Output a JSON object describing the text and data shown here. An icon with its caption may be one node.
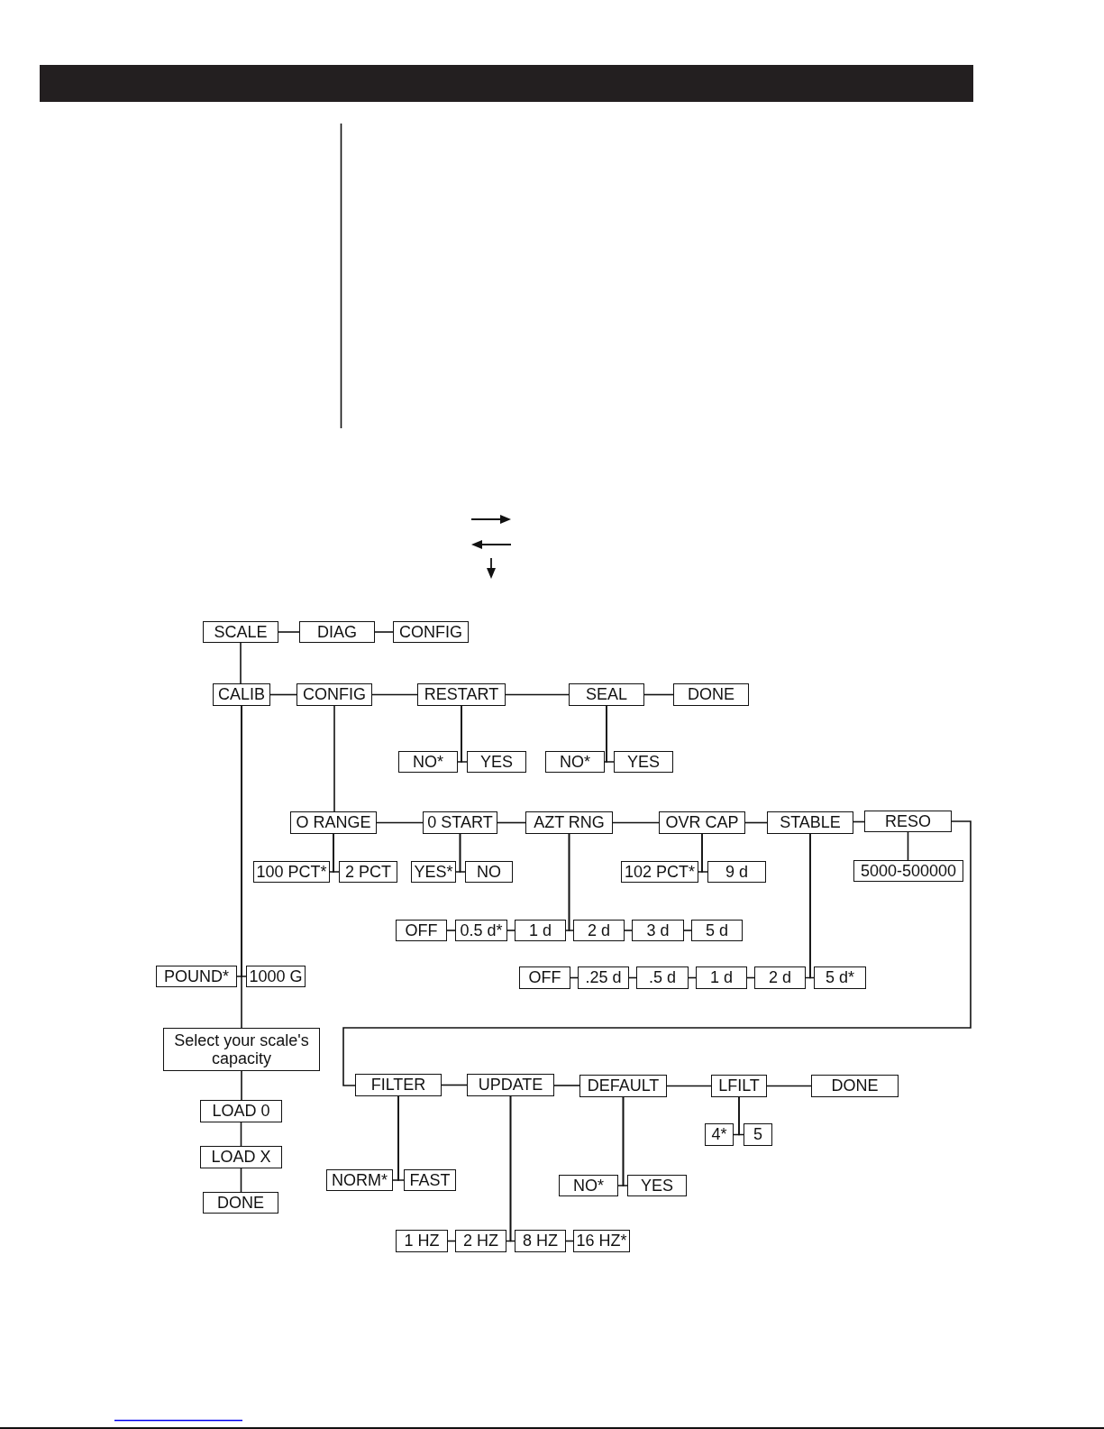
{
  "diagram": {
    "nodes": [
      {
        "text": [
          "SCALE"
        ]
      },
      {
        "text": [
          "DIAG"
        ]
      },
      {
        "text": [
          "CONFIG"
        ]
      },
      {
        "text": [
          "CALIB"
        ]
      },
      {
        "text": [
          "CONFIG"
        ]
      },
      {
        "text": [
          "RESTART"
        ]
      },
      {
        "text": [
          "SEAL"
        ]
      },
      {
        "text": [
          "DONE"
        ]
      },
      {
        "text": [
          "NO*"
        ]
      },
      {
        "text": [
          "YES"
        ]
      },
      {
        "text": [
          "NO*"
        ]
      },
      {
        "text": [
          "YES"
        ]
      },
      {
        "text": [
          "O RANGE"
        ]
      },
      {
        "text": [
          "0 START"
        ]
      },
      {
        "text": [
          "AZT RNG"
        ]
      },
      {
        "text": [
          "OVR CAP"
        ]
      },
      {
        "text": [
          "STABLE"
        ]
      },
      {
        "text": [
          "RESO"
        ]
      },
      {
        "text": [
          "100 PCT*"
        ]
      },
      {
        "text": [
          "2 PCT"
        ]
      },
      {
        "text": [
          "YES*"
        ]
      },
      {
        "text": [
          "NO"
        ]
      },
      {
        "text": [
          "102 PCT*"
        ]
      },
      {
        "text": [
          "9 d"
        ]
      },
      {
        "text": [
          "5000-500000"
        ]
      },
      {
        "text": [
          "OFF"
        ]
      },
      {
        "text": [
          "0.5 d*"
        ]
      },
      {
        "text": [
          "1 d"
        ]
      },
      {
        "text": [
          "2 d"
        ]
      },
      {
        "text": [
          "3 d"
        ]
      },
      {
        "text": [
          "5 d"
        ]
      },
      {
        "text": [
          "POUND*"
        ]
      },
      {
        "text": [
          "1000 G"
        ]
      },
      {
        "text": [
          "OFF"
        ]
      },
      {
        "text": [
          ".25 d"
        ]
      },
      {
        "text": [
          ".5 d"
        ]
      },
      {
        "text": [
          "1 d"
        ]
      },
      {
        "text": [
          "2 d"
        ]
      },
      {
        "text": [
          "5 d*"
        ]
      },
      {
        "text": [
          "Select your scale's capacity"
        ]
      },
      {
        "text": [
          "FILTER"
        ]
      },
      {
        "text": [
          "UPDATE"
        ]
      },
      {
        "text": [
          "DEFAULT"
        ]
      },
      {
        "text": [
          "LFILT"
        ]
      },
      {
        "text": [
          "DONE"
        ]
      },
      {
        "text": [
          "LOAD 0"
        ]
      },
      {
        "text": [
          "4*"
        ]
      },
      {
        "text": [
          "5"
        ]
      },
      {
        "text": [
          "LOAD X"
        ]
      },
      {
        "text": [
          "NORM*"
        ]
      },
      {
        "text": [
          "FAST"
        ]
      },
      {
        "text": [
          "NO*"
        ]
      },
      {
        "text": [
          "YES"
        ]
      },
      {
        "text": [
          "DONE"
        ]
      },
      {
        "text": [
          "1 HZ"
        ]
      },
      {
        "text": [
          "2 HZ"
        ]
      },
      {
        "text": [
          "8 HZ"
        ]
      },
      {
        "text": [
          "16 HZ*"
        ]
      }
    ],
    "edges": [
      {
        "from": 0,
        "to": 1,
        "arrow": "none"
      },
      {
        "from": 1,
        "to": 2,
        "arrow": "none"
      },
      {
        "from": 0,
        "to": 3,
        "arrow": "none"
      },
      {
        "from": 3,
        "to": 4,
        "arrow": "none"
      },
      {
        "from": 4,
        "to": 5,
        "arrow": "none"
      },
      {
        "from": 5,
        "to": 6,
        "arrow": "none"
      },
      {
        "from": 6,
        "to": 7,
        "arrow": "none"
      },
      {
        "from": 5,
        "to": 8,
        "arrow": "none"
      },
      {
        "from": 5,
        "to": 9,
        "arrow": "none"
      },
      {
        "from": 6,
        "to": 10,
        "arrow": "none"
      },
      {
        "from": 6,
        "to": 11,
        "arrow": "none"
      },
      {
        "from": 4,
        "to": 12,
        "arrow": "none"
      },
      {
        "from": 12,
        "to": 13,
        "arrow": "none"
      },
      {
        "from": 13,
        "to": 14,
        "arrow": "none"
      },
      {
        "from": 14,
        "to": 15,
        "arrow": "none"
      },
      {
        "from": 15,
        "to": 16,
        "arrow": "none"
      },
      {
        "from": 16,
        "to": 17,
        "arrow": "none"
      },
      {
        "from": 12,
        "to": 18,
        "arrow": "none"
      },
      {
        "from": 12,
        "to": 19,
        "arrow": "none"
      },
      {
        "from": 13,
        "to": 20,
        "arrow": "none"
      },
      {
        "from": 13,
        "to": 21,
        "arrow": "none"
      },
      {
        "from": 15,
        "to": 22,
        "arrow": "none"
      },
      {
        "from": 15,
        "to": 23,
        "arrow": "none"
      },
      {
        "from": 17,
        "to": 24,
        "arrow": "none"
      },
      {
        "from": 14,
        "to": 27,
        "arrow": "none"
      },
      {
        "from": 14,
        "to": 28,
        "arrow": "none"
      },
      {
        "from": 25,
        "to": 26,
        "arrow": "none"
      },
      {
        "from": 26,
        "to": 27,
        "arrow": "none"
      },
      {
        "from": 28,
        "to": 29,
        "arrow": "none"
      },
      {
        "from": 29,
        "to": 30,
        "arrow": "none"
      },
      {
        "from": 3,
        "to": 31,
        "arrow": "none"
      },
      {
        "from": 3,
        "to": 32,
        "arrow": "none"
      },
      {
        "from": 3,
        "to": 39,
        "arrow": "none"
      },
      {
        "from": 16,
        "to": 37,
        "arrow": "none"
      },
      {
        "from": 16,
        "to": 38,
        "arrow": "none"
      },
      {
        "from": 33,
        "to": 34,
        "arrow": "none"
      },
      {
        "from": 34,
        "to": 35,
        "arrow": "none"
      },
      {
        "from": 35,
        "to": 36,
        "arrow": "none"
      },
      {
        "from": 36,
        "to": 37,
        "arrow": "none"
      },
      {
        "from": 17,
        "to": 40,
        "arrow": "none"
      },
      {
        "from": 40,
        "to": 41,
        "arrow": "none"
      },
      {
        "from": 41,
        "to": 42,
        "arrow": "none"
      },
      {
        "from": 42,
        "to": 43,
        "arrow": "none"
      },
      {
        "from": 43,
        "to": 44,
        "arrow": "none"
      },
      {
        "from": 40,
        "to": 49,
        "arrow": "none"
      },
      {
        "from": 40,
        "to": 50,
        "arrow": "none"
      },
      {
        "from": 41,
        "to": 55,
        "arrow": "none"
      },
      {
        "from": 41,
        "to": 56,
        "arrow": "none"
      },
      {
        "from": 54,
        "to": 55,
        "arrow": "none"
      },
      {
        "from": 56,
        "to": 57,
        "arrow": "none"
      },
      {
        "from": 42,
        "to": 51,
        "arrow": "none"
      },
      {
        "from": 42,
        "to": 52,
        "arrow": "none"
      },
      {
        "from": 43,
        "to": 46,
        "arrow": "none"
      },
      {
        "from": 43,
        "to": 47,
        "arrow": "none"
      },
      {
        "from": 39,
        "to": 45,
        "arrow": "none"
      },
      {
        "from": 45,
        "to": 48,
        "arrow": "none"
      },
      {
        "from": 48,
        "to": 53,
        "arrow": "none"
      }
    ]
  }
}
